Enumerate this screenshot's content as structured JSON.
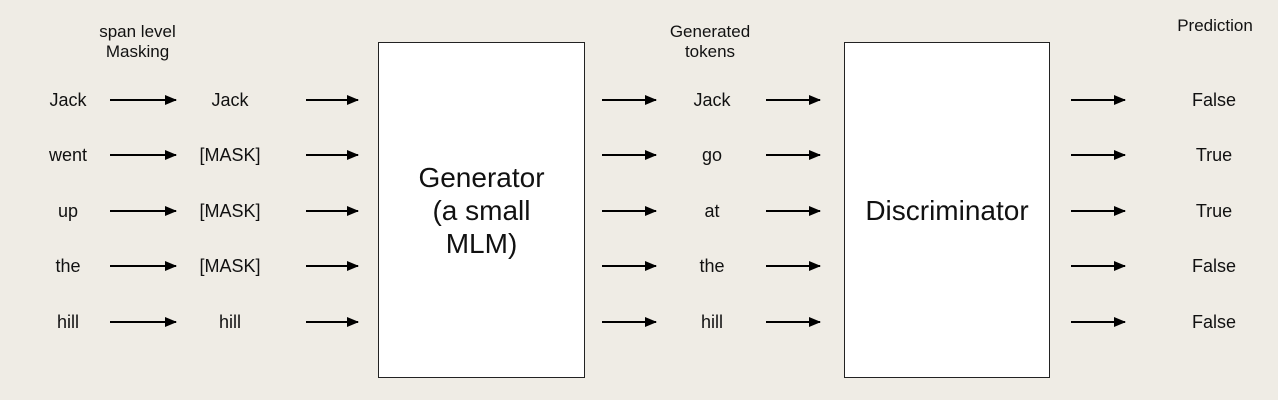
{
  "headers": {
    "masking": "span level\nMasking",
    "generated": "Generated\ntokens",
    "prediction": "Prediction"
  },
  "generator_label": "Generator\n(a small\nMLM)",
  "discriminator_label": "Discriminator",
  "rows": [
    {
      "original": "Jack",
      "masked": "Jack",
      "generated": "Jack",
      "prediction": "False"
    },
    {
      "original": "went",
      "masked": "[MASK]",
      "generated": "go",
      "prediction": "True"
    },
    {
      "original": "up",
      "masked": "[MASK]",
      "generated": "at",
      "prediction": "True"
    },
    {
      "original": "the",
      "masked": "[MASK]",
      "generated": "the",
      "prediction": "False"
    },
    {
      "original": "hill",
      "masked": "hill",
      "generated": "hill",
      "prediction": "False"
    }
  ]
}
